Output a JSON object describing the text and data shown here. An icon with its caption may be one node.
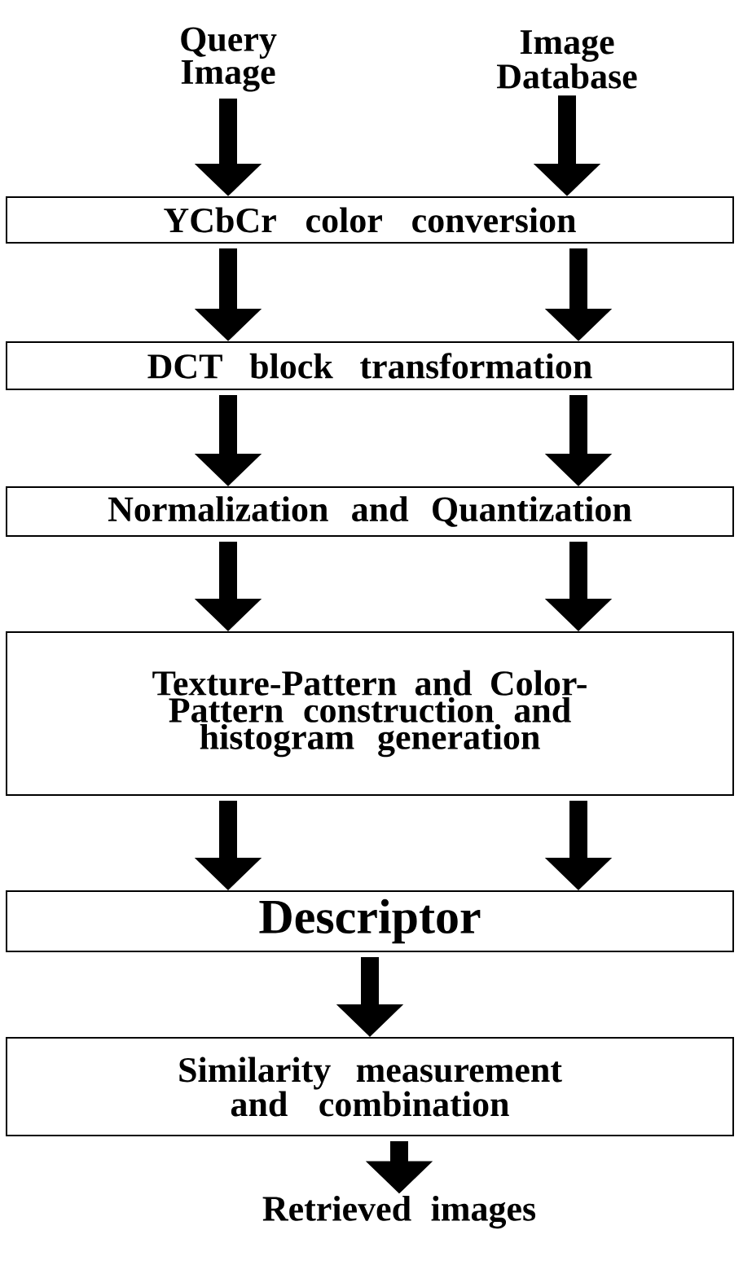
{
  "diagram": {
    "nodes": [
      {
        "text": [
          "Query Image"
        ]
      },
      {
        "text": [
          "Image Database"
        ]
      },
      {
        "text": [
          "YCbCr color conversion"
        ]
      },
      {
        "text": [
          "DCT block transformation"
        ]
      },
      {
        "text": [
          "Normalization and Quantization"
        ]
      },
      {
        "text": [
          "Texture-Pattern and Color-Pattern construction and histogram generation"
        ]
      },
      {
        "text": [
          "Descriptor"
        ]
      },
      {
        "text": [
          "Similarity measurement and combination"
        ]
      },
      {
        "text": [
          "Retrieved images"
        ]
      }
    ],
    "edges": [
      {
        "from": 0,
        "to": 2,
        "arrow": "to"
      },
      {
        "from": 1,
        "to": 2,
        "arrow": "to"
      },
      {
        "from": 2,
        "to": 3,
        "arrow": "to"
      },
      {
        "from": 2,
        "to": 3,
        "arrow": "to"
      },
      {
        "from": 3,
        "to": 4,
        "arrow": "to"
      },
      {
        "from": 3,
        "to": 4,
        "arrow": "to"
      },
      {
        "from": 4,
        "to": 5,
        "arrow": "to"
      },
      {
        "from": 4,
        "to": 5,
        "arrow": "to"
      },
      {
        "from": 5,
        "to": 6,
        "arrow": "to"
      },
      {
        "from": 5,
        "to": 6,
        "arrow": "to"
      },
      {
        "from": 6,
        "to": 7,
        "arrow": "to"
      },
      {
        "from": 7,
        "to": 8,
        "arrow": "to"
      }
    ]
  }
}
